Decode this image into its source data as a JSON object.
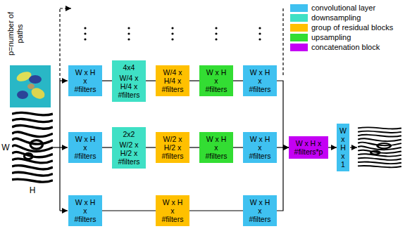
{
  "diagram": {
    "nodes": [
      {
        "text": [
          "W x H x #filters"
        ]
      },
      {
        "text": [
          "4x4",
          "W/4 x H/4 x #filters"
        ]
      },
      {
        "text": [
          "W/4 x H/4 x #filters"
        ]
      },
      {
        "text": [
          "W x H x #filters"
        ]
      },
      {
        "text": [
          "W x H x #filters"
        ]
      },
      {
        "text": [
          "W x H x #filters"
        ]
      },
      {
        "text": [
          "2x2",
          "W/2 x H/2 x #filters"
        ]
      },
      {
        "text": [
          "W/2 x H/2 x #filters"
        ]
      },
      {
        "text": [
          "W x H x #filters"
        ]
      },
      {
        "text": [
          "W x H x #filters"
        ]
      },
      {
        "text": [
          "W x H x #filters"
        ]
      },
      {
        "text": [
          "W x H x #filters"
        ]
      },
      {
        "text": [
          "W x H x #filters"
        ]
      },
      {
        "text": [
          "W x H x #filters*p"
        ]
      },
      {
        "text": [
          "W x H x 1"
        ]
      }
    ],
    "edges": [
      {
        "from": 0,
        "to": 1,
        "arrow": "none"
      },
      {
        "from": 1,
        "to": 2,
        "arrow": "none"
      },
      {
        "from": 2,
        "to": 3,
        "arrow": "none"
      },
      {
        "from": 3,
        "to": 4,
        "arrow": "none"
      },
      {
        "from": 5,
        "to": 6,
        "arrow": "none"
      },
      {
        "from": 6,
        "to": 7,
        "arrow": "none"
      },
      {
        "from": 7,
        "to": 8,
        "arrow": "none"
      },
      {
        "from": 8,
        "to": 9,
        "arrow": "none"
      },
      {
        "from": 10,
        "to": 11,
        "arrow": "none"
      },
      {
        "from": 11,
        "to": 12,
        "arrow": "none"
      },
      {
        "from": 4,
        "to": 13,
        "arrow": "to"
      },
      {
        "from": 9,
        "to": 13,
        "arrow": "to"
      },
      {
        "from": 12,
        "to": 13,
        "arrow": "to"
      },
      {
        "from": 13,
        "to": 14,
        "arrow": "to"
      }
    ],
    "labels": [
      "p=number of paths",
      "W",
      "H"
    ],
    "legend": [
      {
        "text": "convolutional layer",
        "color": "#3fc1f0"
      },
      {
        "text": "downsampling",
        "color": "#3fe0c5"
      },
      {
        "text": "group of residual blocks",
        "color": "#ffc000"
      },
      {
        "text": "upsampling",
        "color": "#33dd33"
      },
      {
        "text": "concatenation block",
        "color": "#c400f4"
      }
    ]
  }
}
